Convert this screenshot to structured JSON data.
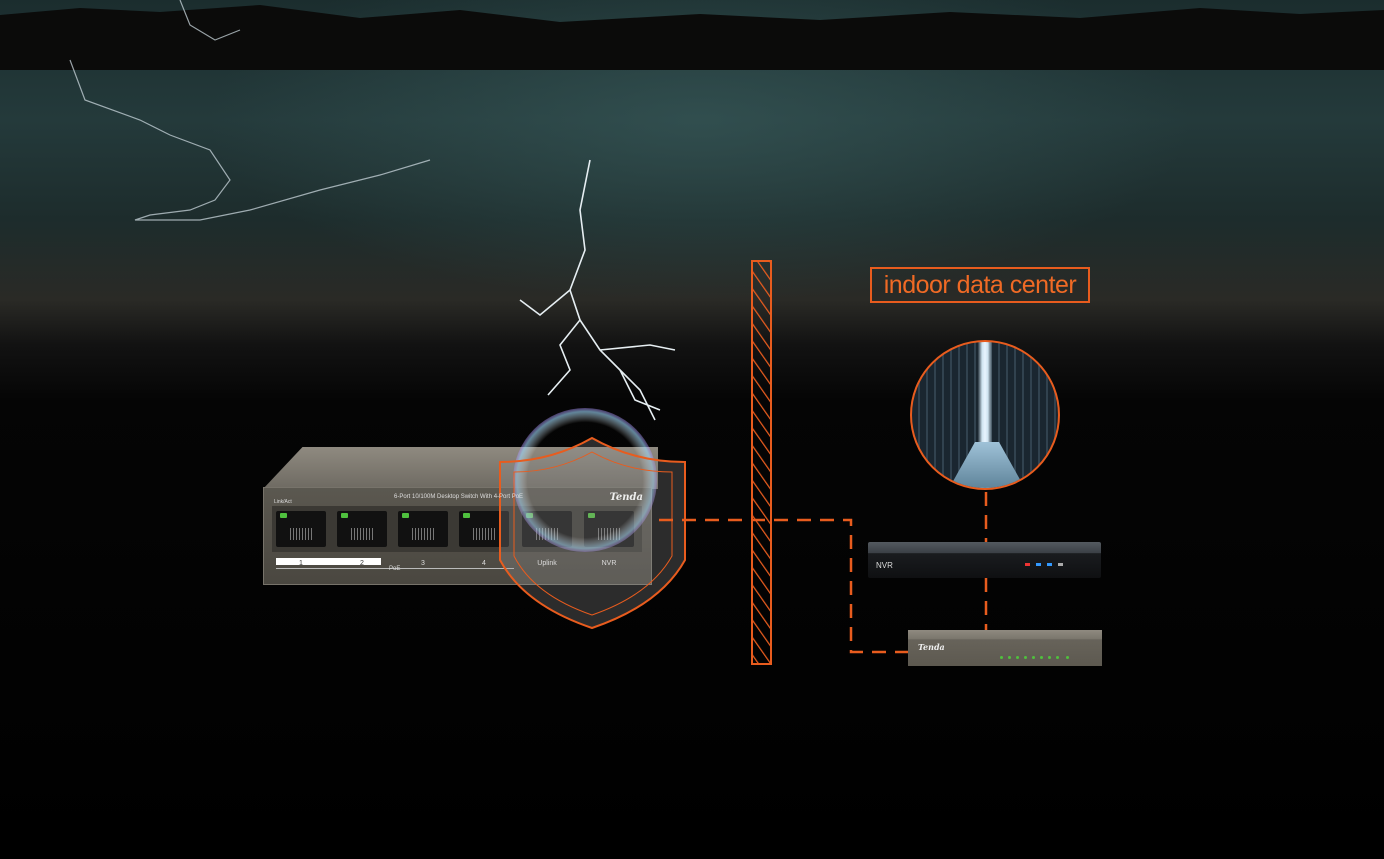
{
  "scene": {
    "callout_title": "indoor data center",
    "accent_color": "#e85c1e"
  },
  "poe_switch": {
    "brand": "Tenda",
    "model_text": "6-Port 10/100M Desktop Switch With 4-Port PoE",
    "link_label": "Link/Act",
    "ports": [
      "1",
      "2",
      "3",
      "4",
      "Uplink",
      "NVR"
    ],
    "poe_label": "PoE"
  },
  "nvr": {
    "label": "NVR"
  },
  "indoor_switch": {
    "brand": "Tenda"
  }
}
